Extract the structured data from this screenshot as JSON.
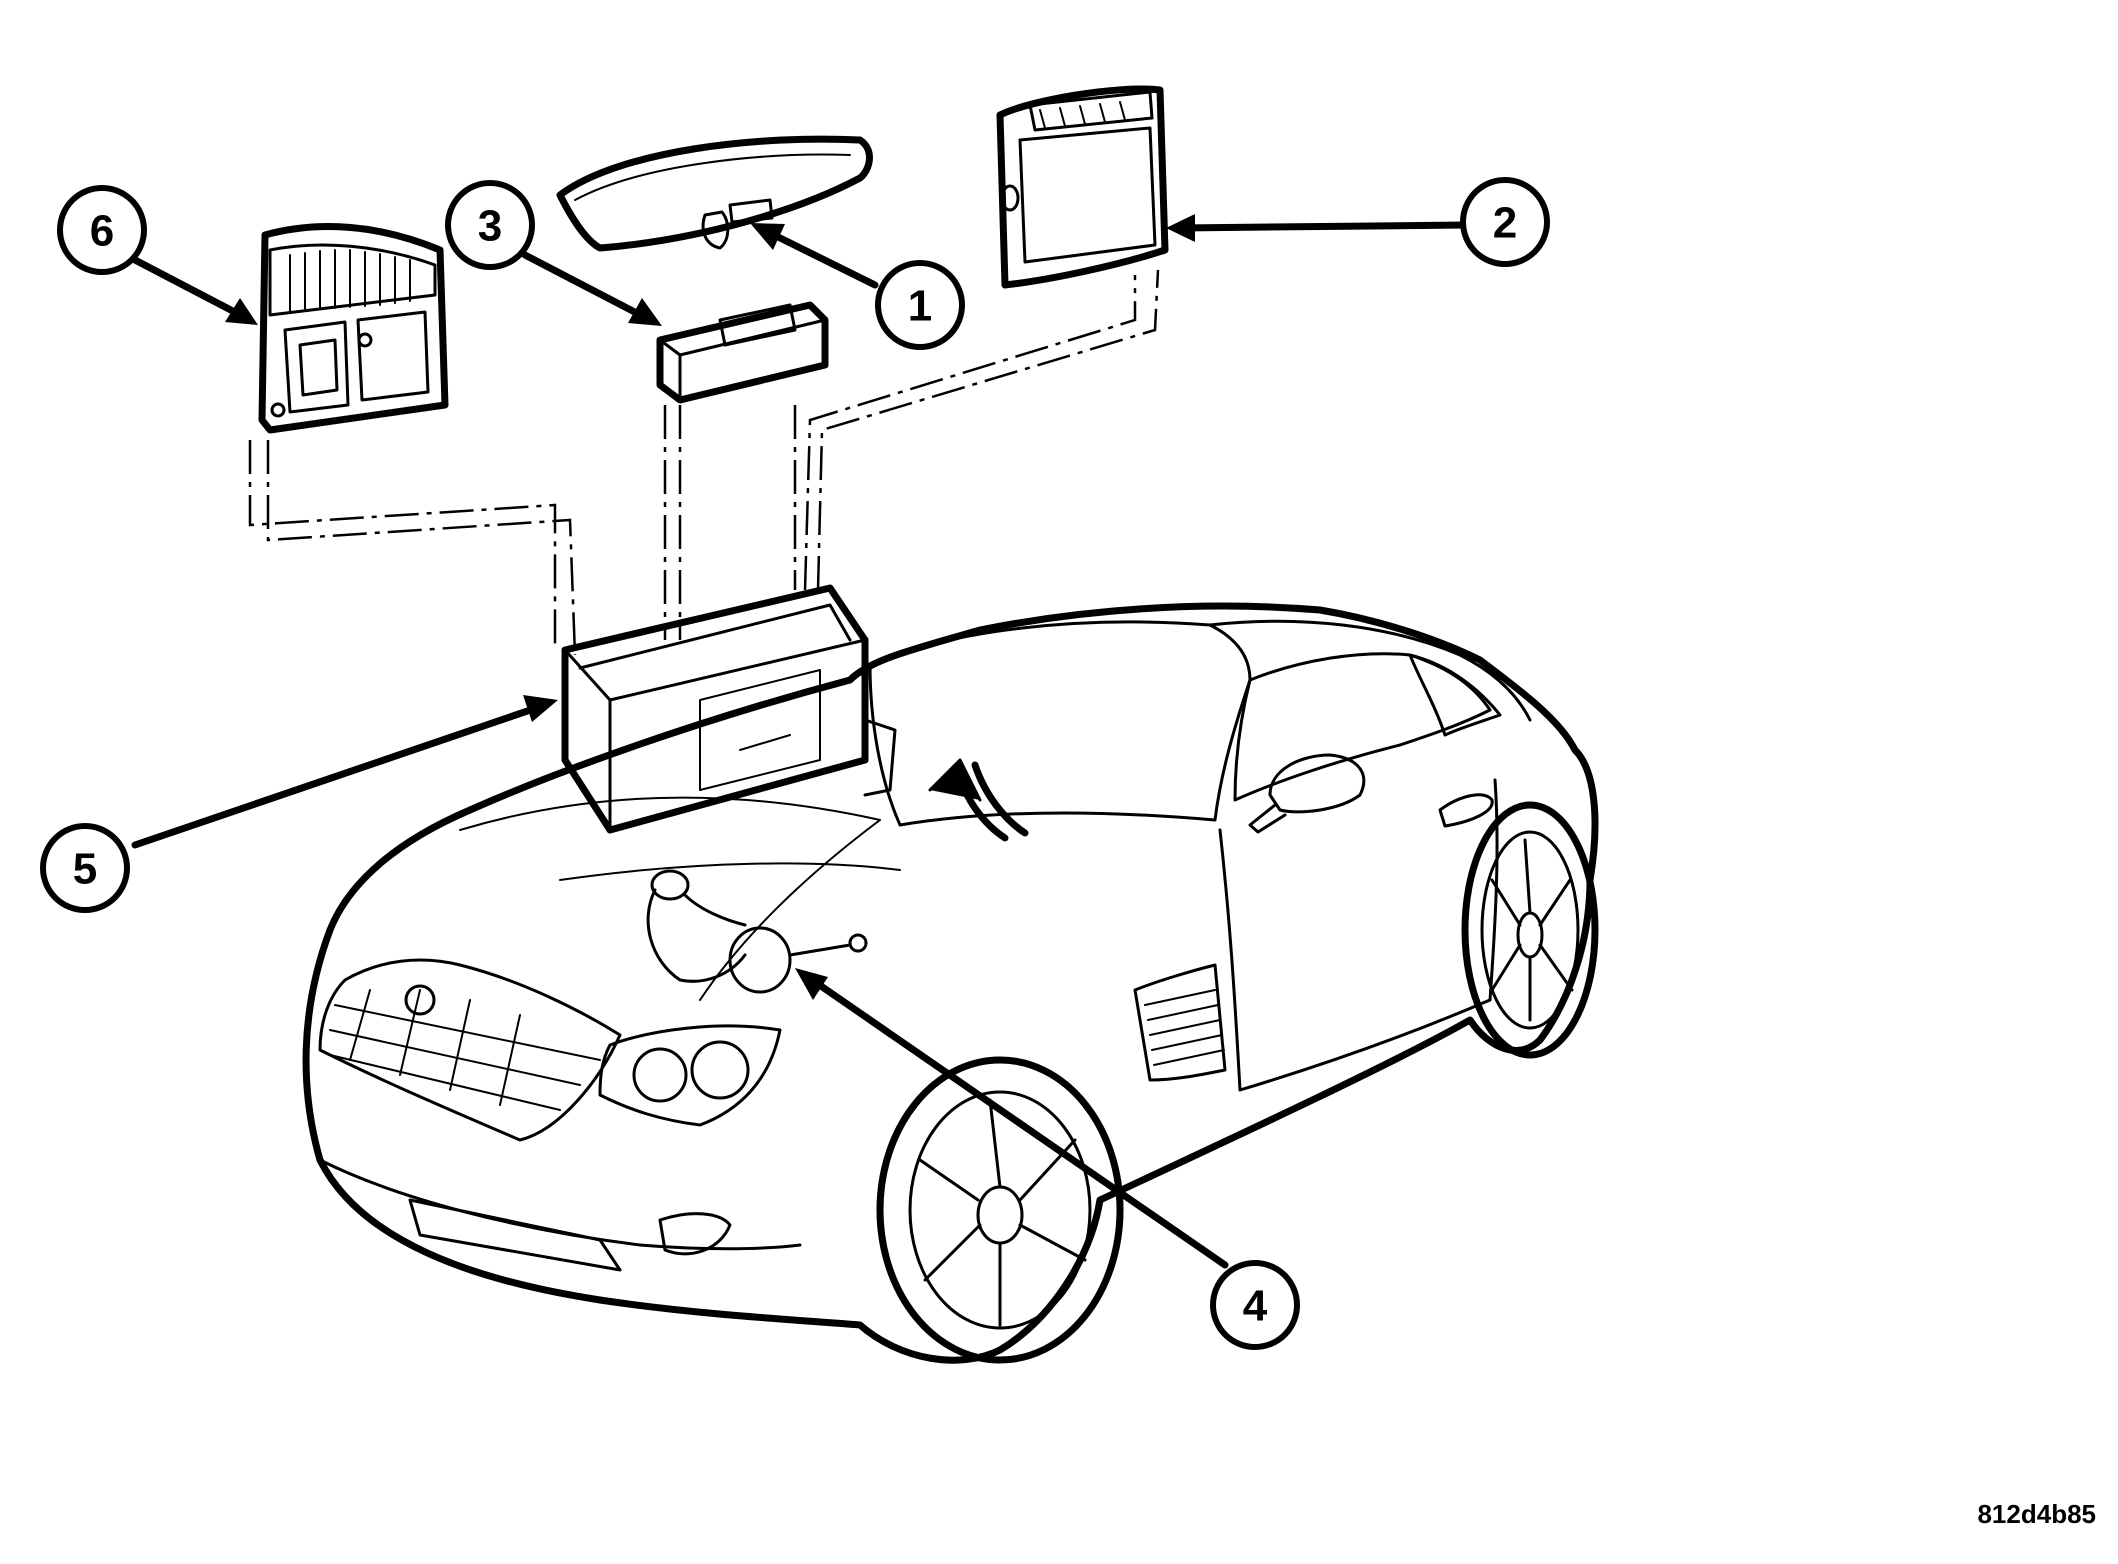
{
  "callouts": [
    {
      "id": "1",
      "label": "1"
    },
    {
      "id": "2",
      "label": "2"
    },
    {
      "id": "3",
      "label": "3"
    },
    {
      "id": "4",
      "label": "4"
    },
    {
      "id": "5",
      "label": "5"
    },
    {
      "id": "6",
      "label": "6"
    }
  ],
  "figure_id": "812d4b85",
  "colors": {
    "ink": "#000000",
    "background": "#ffffff"
  }
}
